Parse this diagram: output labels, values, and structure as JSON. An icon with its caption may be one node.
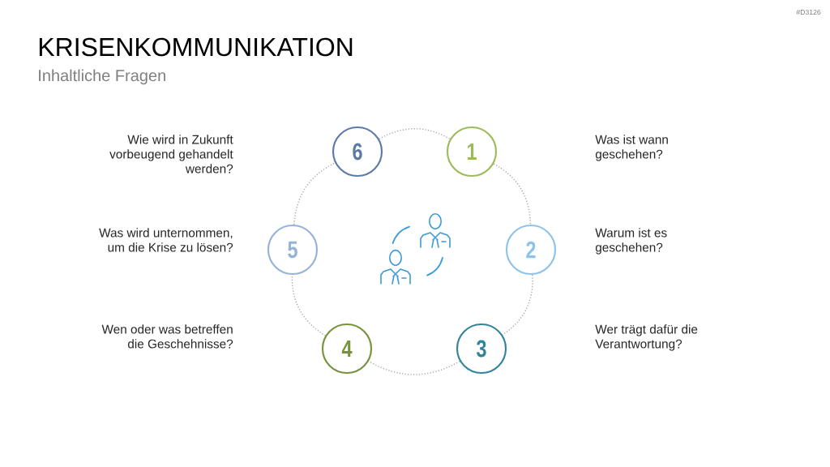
{
  "diagram": {
    "title": "KRISENKOMMUNIKATION",
    "nodes": [
      {
        "text": [
          "1"
        ]
      },
      {
        "text": [
          "2"
        ]
      },
      {
        "text": [
          "3"
        ]
      },
      {
        "text": [
          "4"
        ]
      },
      {
        "text": [
          "5"
        ]
      },
      {
        "text": [
          "6"
        ]
      }
    ],
    "edges": [
      {
        "from": 0,
        "to": 1,
        "arrow": "none",
        "style": "dashed"
      },
      {
        "from": 1,
        "to": 2,
        "arrow": "none",
        "style": "dashed"
      },
      {
        "from": 2,
        "to": 3,
        "arrow": "none",
        "style": "dashed"
      },
      {
        "from": 3,
        "to": 4,
        "arrow": "none",
        "style": "dashed"
      },
      {
        "from": 4,
        "to": 5,
        "arrow": "none",
        "style": "dashed"
      },
      {
        "from": 5,
        "to": 0,
        "arrow": "none",
        "style": "dashed"
      }
    ],
    "labels": [
      "#D3126",
      "Inhaltliche Fragen",
      "Wie wird in Zukunft vorbeugend gehandelt werden?",
      "Was ist wann geschehen?",
      "Was wird unternommen, um die Krise zu lösen?",
      "Warum ist es geschehen?",
      "Wen oder was betreffen die Geschehnisse?",
      "Wer trägt dafür die Verantwortung?"
    ]
  }
}
